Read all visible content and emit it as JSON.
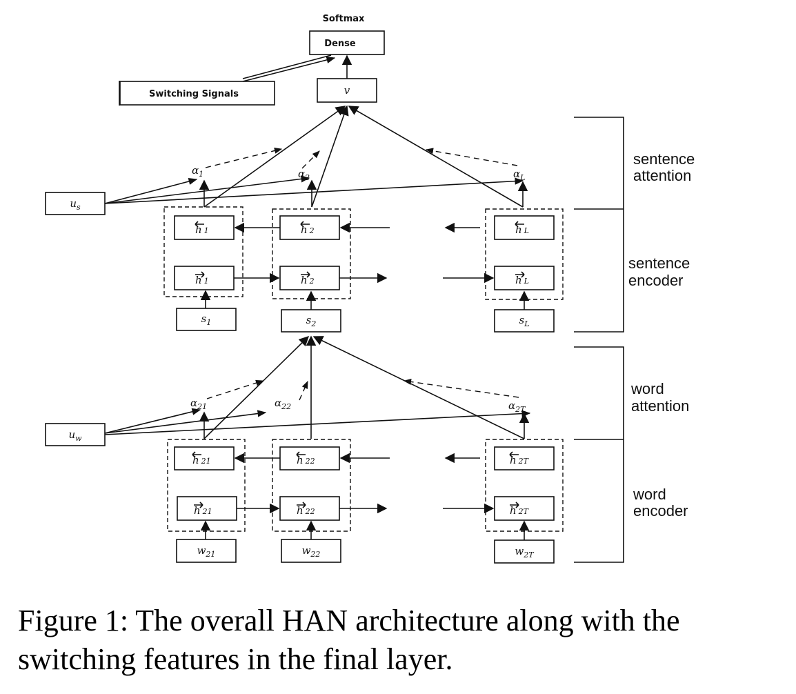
{
  "top": {
    "softmax": "Softmax",
    "dense": "Dense",
    "switching_signals": "Switching Signals",
    "v": "v"
  },
  "sentence": {
    "context": {
      "base": "u",
      "sub": "s"
    },
    "alphas": [
      {
        "base": "α",
        "sub": "1"
      },
      {
        "base": "α",
        "sub": "2"
      },
      {
        "base": "α",
        "sub": "L"
      }
    ],
    "backward": [
      {
        "base": "h",
        "sub": "1"
      },
      {
        "base": "h",
        "sub": "2"
      },
      {
        "base": "h",
        "sub": "L"
      }
    ],
    "forward": [
      {
        "base": "h",
        "sub": "1"
      },
      {
        "base": "h",
        "sub": "2"
      },
      {
        "base": "h",
        "sub": "L"
      }
    ],
    "inputs": [
      {
        "base": "s",
        "sub": "1"
      },
      {
        "base": "s",
        "sub": "2"
      },
      {
        "base": "s",
        "sub": "L"
      }
    ]
  },
  "word": {
    "context": {
      "base": "u",
      "sub": "w"
    },
    "alphas": [
      {
        "base": "α",
        "sub": "21"
      },
      {
        "base": "α",
        "sub": "22"
      },
      {
        "base": "α",
        "sub": "2T"
      }
    ],
    "backward": [
      {
        "base": "h",
        "sub": "21"
      },
      {
        "base": "h",
        "sub": "22"
      },
      {
        "base": "h",
        "sub": "2T"
      }
    ],
    "forward": [
      {
        "base": "h",
        "sub": "21"
      },
      {
        "base": "h",
        "sub": "22"
      },
      {
        "base": "h",
        "sub": "2T"
      }
    ],
    "inputs": [
      {
        "base": "w",
        "sub": "21"
      },
      {
        "base": "w",
        "sub": "22"
      },
      {
        "base": "w",
        "sub": "2T"
      }
    ]
  },
  "side_labels": {
    "sentence_attention": [
      "sentence",
      "attention"
    ],
    "sentence_encoder": [
      "sentence",
      "encoder"
    ],
    "word_attention": [
      "word",
      "attention"
    ],
    "word_encoder": [
      "word",
      "encoder"
    ]
  },
  "caption": "Figure 1:  The overall HAN architecture along with the switching features in the final layer."
}
